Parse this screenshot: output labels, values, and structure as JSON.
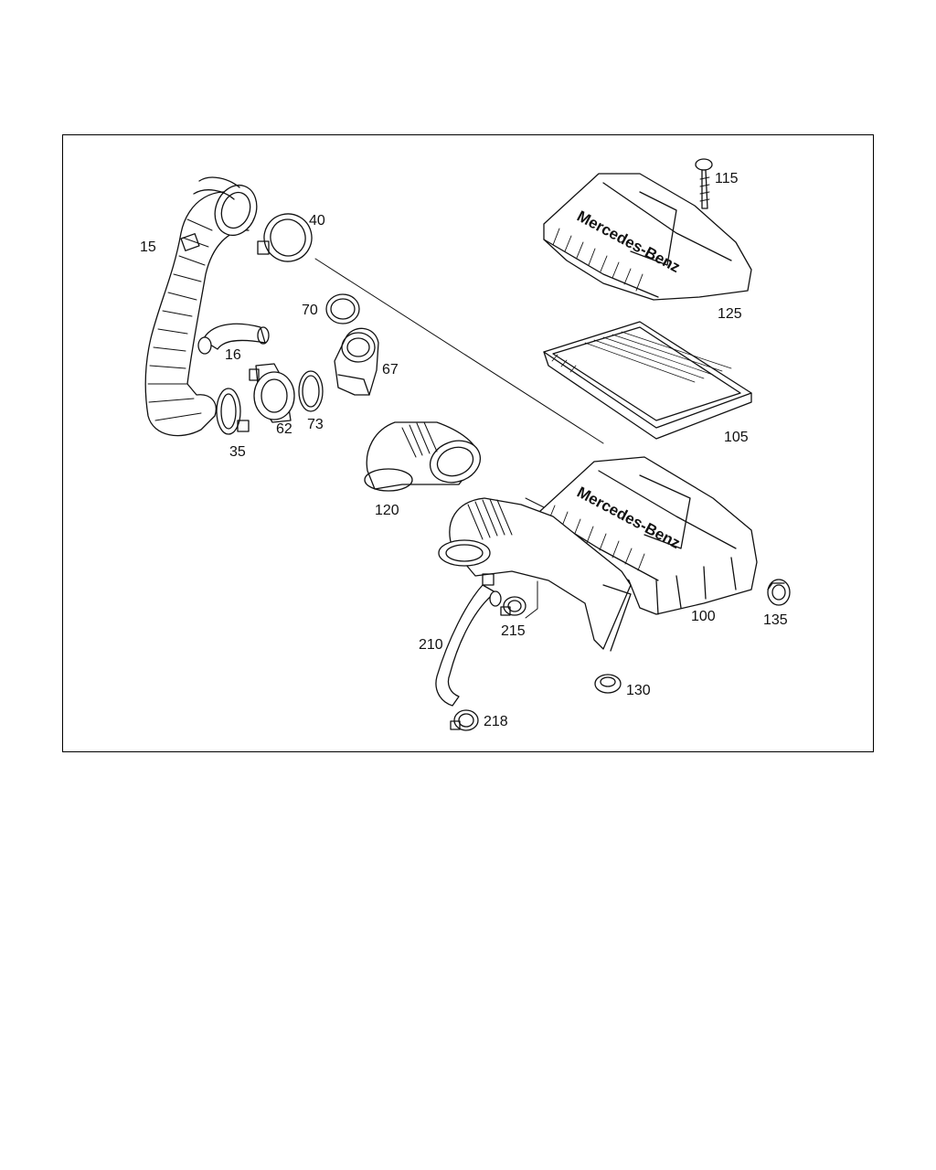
{
  "diagram": {
    "brand_text": "Mercedes-Benz",
    "parts": [
      {
        "id": "15",
        "label": "15"
      },
      {
        "id": "16",
        "label": "16"
      },
      {
        "id": "35",
        "label": "35"
      },
      {
        "id": "40",
        "label": "40"
      },
      {
        "id": "62",
        "label": "62"
      },
      {
        "id": "67",
        "label": "67"
      },
      {
        "id": "70",
        "label": "70"
      },
      {
        "id": "73",
        "label": "73"
      },
      {
        "id": "100",
        "label": "100"
      },
      {
        "id": "105",
        "label": "105"
      },
      {
        "id": "115",
        "label": "115"
      },
      {
        "id": "120",
        "label": "120"
      },
      {
        "id": "125",
        "label": "125"
      },
      {
        "id": "130",
        "label": "130"
      },
      {
        "id": "135",
        "label": "135"
      },
      {
        "id": "210",
        "label": "210"
      },
      {
        "id": "215",
        "label": "215"
      },
      {
        "id": "218",
        "label": "218"
      }
    ]
  }
}
